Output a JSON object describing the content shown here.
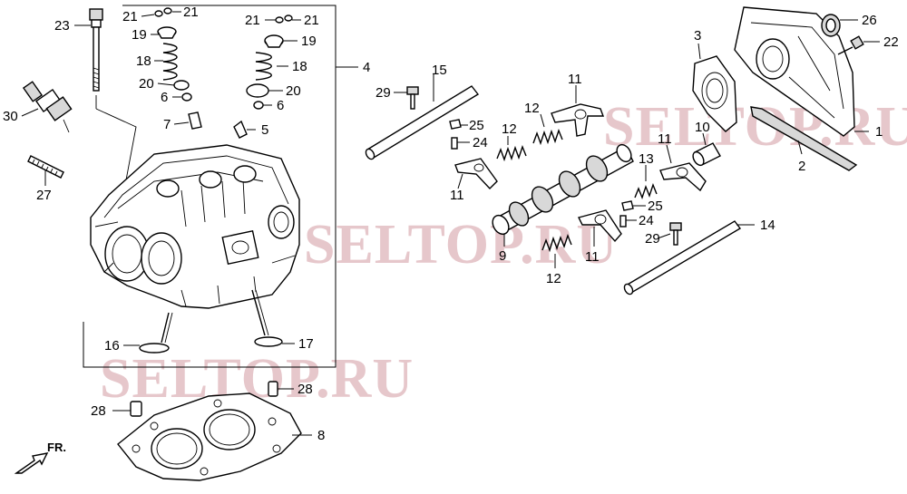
{
  "watermark": "SELTOP.RU",
  "direction_label": "FR.",
  "callouts": [
    {
      "id": "c1",
      "text": "1"
    },
    {
      "id": "c2",
      "text": "2"
    },
    {
      "id": "c3",
      "text": "3"
    },
    {
      "id": "c4",
      "text": "4"
    },
    {
      "id": "c5",
      "text": "5"
    },
    {
      "id": "c6a",
      "text": "6"
    },
    {
      "id": "c6b",
      "text": "6"
    },
    {
      "id": "c7",
      "text": "7"
    },
    {
      "id": "c8",
      "text": "8"
    },
    {
      "id": "c9",
      "text": "9"
    },
    {
      "id": "c10",
      "text": "10"
    },
    {
      "id": "c11a",
      "text": "11"
    },
    {
      "id": "c11b",
      "text": "11"
    },
    {
      "id": "c11c",
      "text": "11"
    },
    {
      "id": "c11d",
      "text": "11"
    },
    {
      "id": "c12a",
      "text": "12"
    },
    {
      "id": "c12b",
      "text": "12"
    },
    {
      "id": "c12c",
      "text": "12"
    },
    {
      "id": "c13",
      "text": "13"
    },
    {
      "id": "c14",
      "text": "14"
    },
    {
      "id": "c15",
      "text": "15"
    },
    {
      "id": "c16",
      "text": "16"
    },
    {
      "id": "c17",
      "text": "17"
    },
    {
      "id": "c18a",
      "text": "18"
    },
    {
      "id": "c18b",
      "text": "18"
    },
    {
      "id": "c19a",
      "text": "19"
    },
    {
      "id": "c19b",
      "text": "19"
    },
    {
      "id": "c20a",
      "text": "20"
    },
    {
      "id": "c20b",
      "text": "20"
    },
    {
      "id": "c21a",
      "text": "21"
    },
    {
      "id": "c21b",
      "text": "21"
    },
    {
      "id": "c21c",
      "text": "21"
    },
    {
      "id": "c21d",
      "text": "21"
    },
    {
      "id": "c22",
      "text": "22"
    },
    {
      "id": "c23",
      "text": "23"
    },
    {
      "id": "c24a",
      "text": "24"
    },
    {
      "id": "c24b",
      "text": "24"
    },
    {
      "id": "c25a",
      "text": "25"
    },
    {
      "id": "c25b",
      "text": "25"
    },
    {
      "id": "c26",
      "text": "26"
    },
    {
      "id": "c27",
      "text": "27"
    },
    {
      "id": "c28a",
      "text": "28"
    },
    {
      "id": "c28b",
      "text": "28"
    },
    {
      "id": "c29a",
      "text": "29"
    },
    {
      "id": "c29b",
      "text": "29"
    },
    {
      "id": "c30",
      "text": "30"
    }
  ]
}
